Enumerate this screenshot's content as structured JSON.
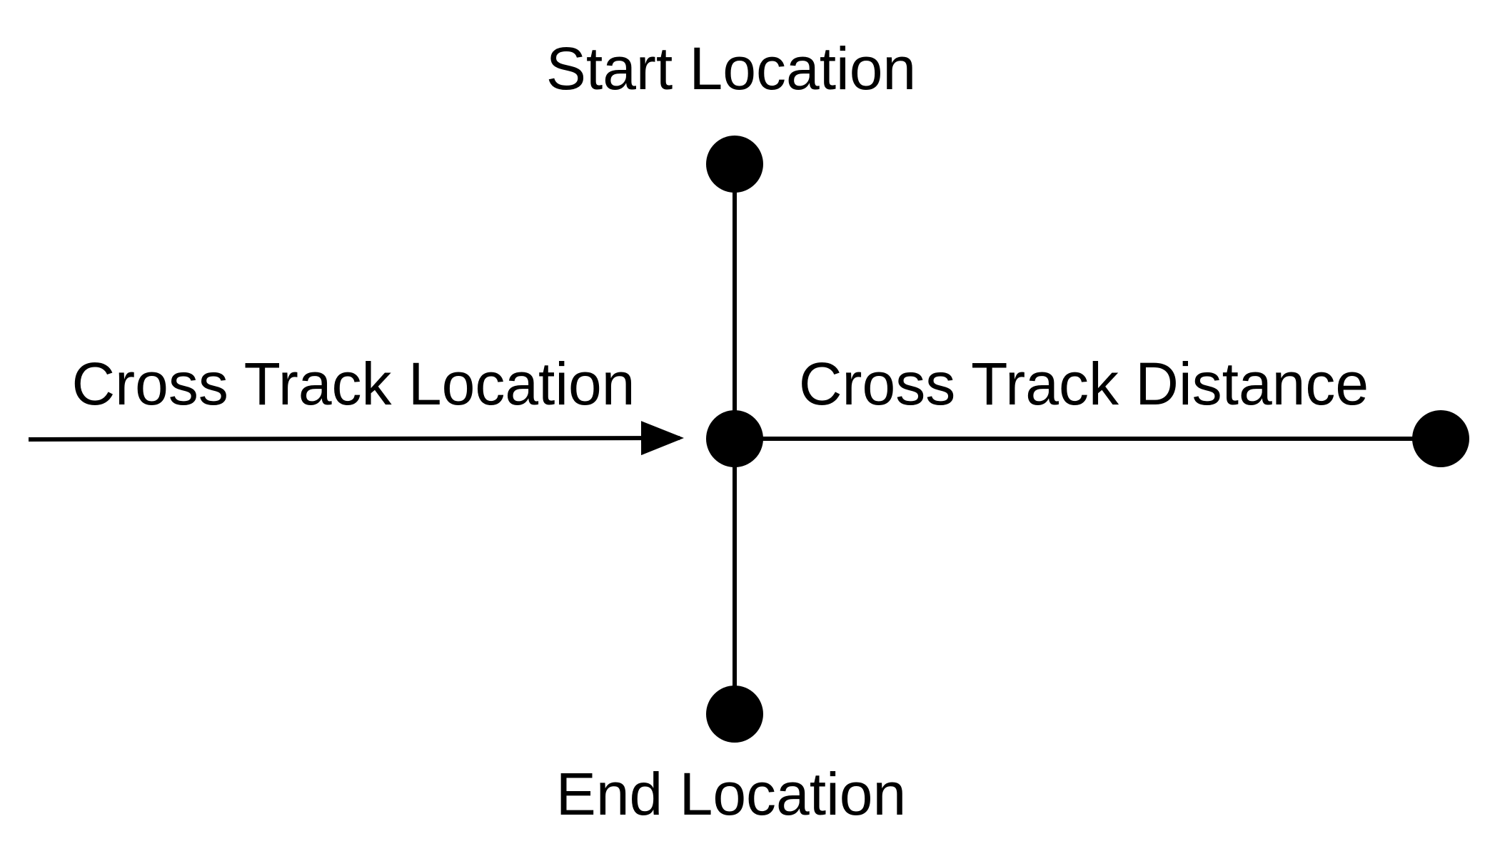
{
  "diagram": {
    "labels": {
      "start": "Start Location",
      "end": "End Location",
      "cross_track_location": "Cross Track Location",
      "cross_track_distance": "Cross Track Distance"
    },
    "colors": {
      "stroke": "#000000",
      "background": "#ffffff"
    }
  }
}
